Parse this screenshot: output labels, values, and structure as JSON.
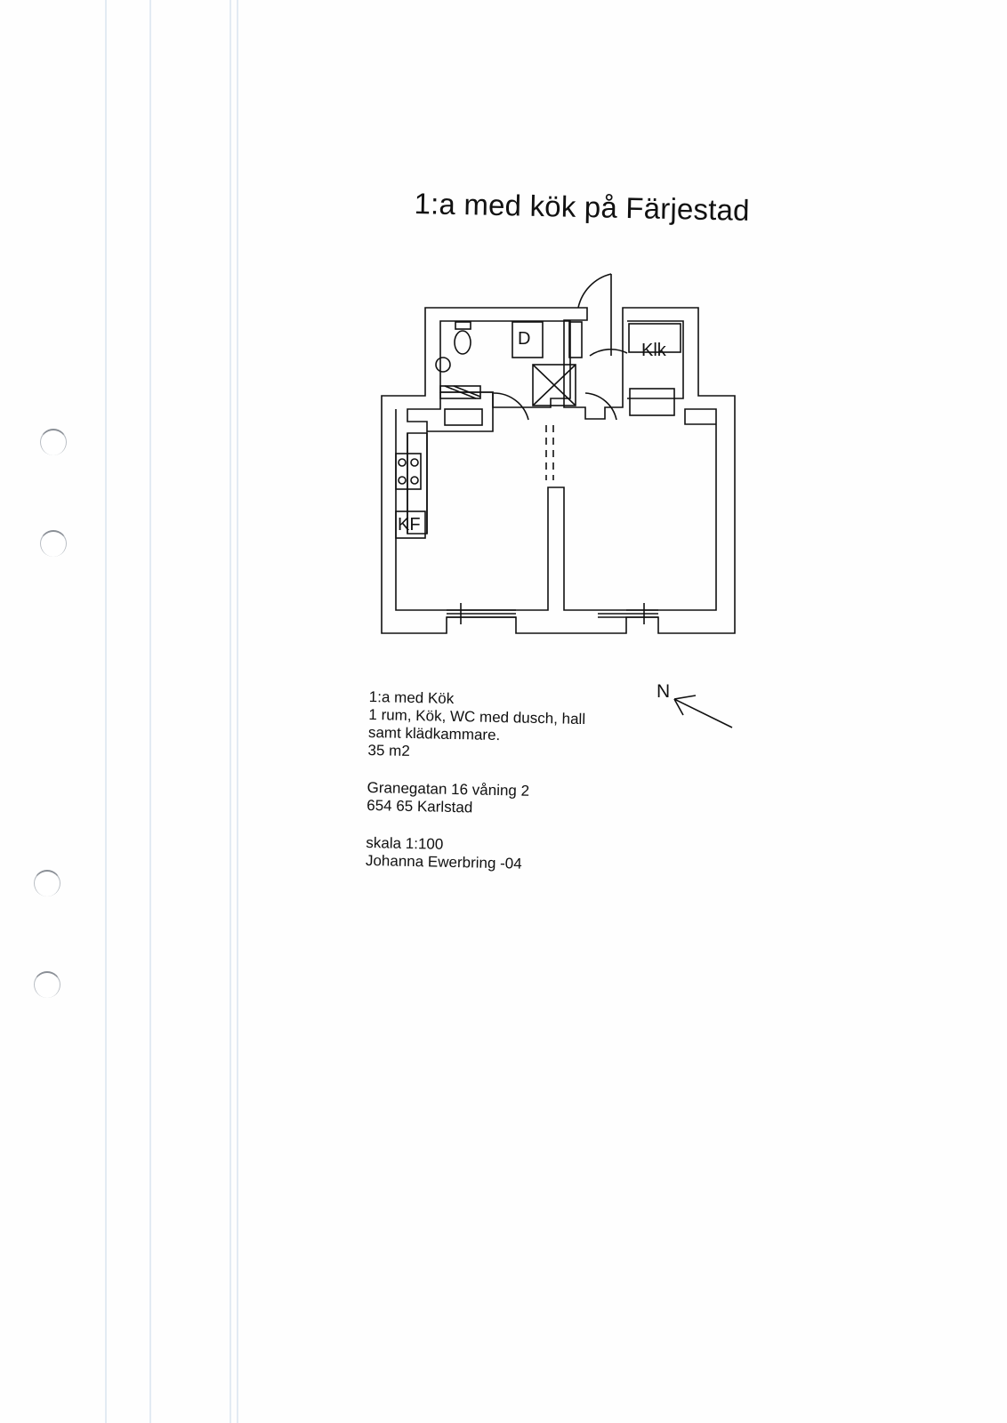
{
  "title": "1:a med kök på Färjestad",
  "plan_labels": {
    "shower": "D",
    "closet": "Klk",
    "fridge_freezer": "KF"
  },
  "info": {
    "line1": "1:a med Kök",
    "line2": "1 rum, Kök, WC med dusch, hall",
    "line3": "samt klädkammare.",
    "line4": "35 m2",
    "address1": "Granegatan 16 våning 2",
    "address2": "654 65 Karlstad",
    "scale": "skala 1:100",
    "author": "Johanna Ewerbring -04"
  },
  "compass_letter": "N"
}
